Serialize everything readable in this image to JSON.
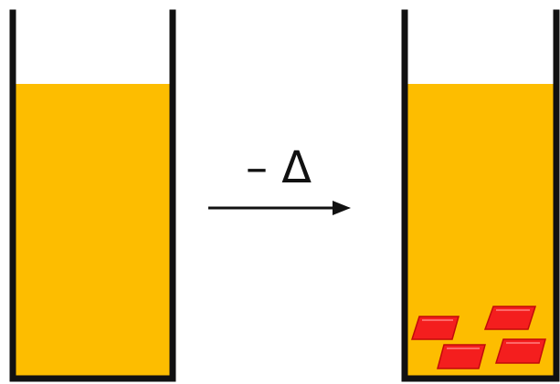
{
  "diagram": {
    "process_label": "– Δ",
    "colors": {
      "liquid": "#FDBD00",
      "crystal": "#F41E1E",
      "outline": "#111111"
    },
    "left_beaker": {
      "contents": "liquid"
    },
    "right_beaker": {
      "contents": "liquid",
      "crystal_count": 4
    }
  }
}
